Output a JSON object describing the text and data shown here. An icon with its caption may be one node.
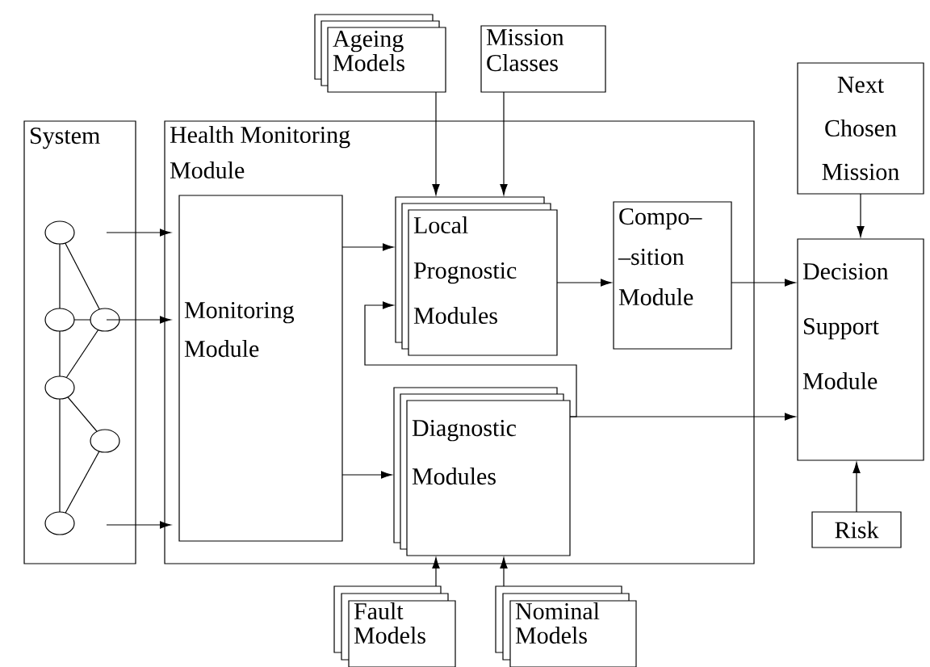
{
  "diagram": {
    "nodes": [
      {
        "text": [
          "System"
        ]
      },
      {
        "text": [
          "Health Monitoring Module"
        ]
      },
      {
        "text": [
          "Monitoring Module"
        ],
        "in": 1
      },
      {
        "text": [
          "Local Prognostic Modules"
        ],
        "in": 1
      },
      {
        "text": [
          "Compo– –sition Module"
        ],
        "in": 1
      },
      {
        "text": [
          "Diagnostic Modules"
        ],
        "in": 1
      },
      {
        "text": [
          "Ageing Models"
        ]
      },
      {
        "text": [
          "Mission Classes"
        ]
      },
      {
        "text": [
          "Next Chosen Mission"
        ]
      },
      {
        "text": [
          "Decision Support Module"
        ]
      },
      {
        "text": [
          "Risk"
        ]
      },
      {
        "text": [
          "Fault Models"
        ]
      },
      {
        "text": [
          "Nominal Models"
        ]
      }
    ],
    "edges": [
      {
        "from": 0,
        "to": 2,
        "arrow": "to"
      },
      {
        "from": 0,
        "to": 2,
        "arrow": "to"
      },
      {
        "from": 0,
        "to": 2,
        "arrow": "to"
      },
      {
        "from": 2,
        "to": 3,
        "arrow": "to"
      },
      {
        "from": 2,
        "to": 5,
        "arrow": "to"
      },
      {
        "from": 6,
        "to": 3,
        "arrow": "to"
      },
      {
        "from": 7,
        "to": 3,
        "arrow": "to"
      },
      {
        "from": 3,
        "to": 4,
        "arrow": "to"
      },
      {
        "from": 4,
        "to": 9,
        "arrow": "to"
      },
      {
        "from": 5,
        "to": 3,
        "arrow": "to"
      },
      {
        "from": 5,
        "to": 9,
        "arrow": "to"
      },
      {
        "from": 8,
        "to": 9,
        "arrow": "to"
      },
      {
        "from": 10,
        "to": 9,
        "arrow": "to"
      },
      {
        "from": 11,
        "to": 5,
        "arrow": "to"
      },
      {
        "from": 12,
        "to": 5,
        "arrow": "to"
      }
    ]
  }
}
